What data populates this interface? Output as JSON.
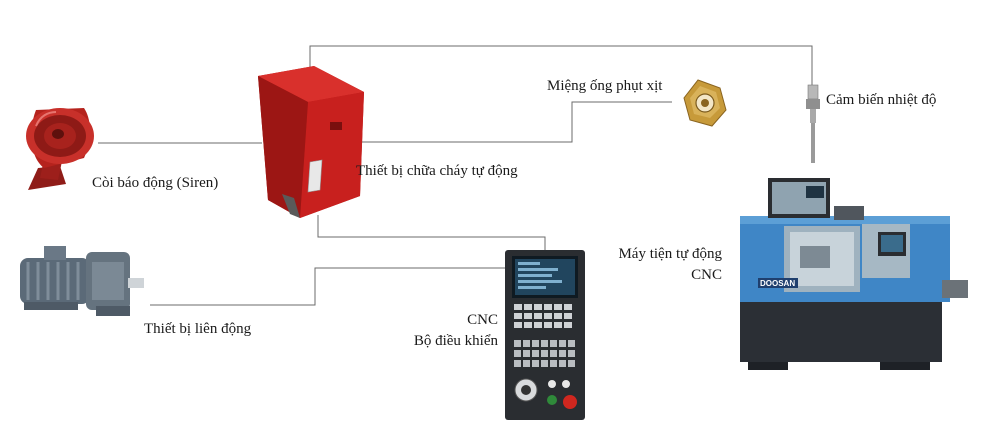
{
  "labels": {
    "siren": "Còi báo động (Siren)",
    "fire_device": "Thiết bị chữa cháy tự động",
    "nozzle": "Miệng ống phụt xịt",
    "temp_sensor": "Cảm biến nhiệt độ",
    "interlock": "Thiết bị liên động",
    "cnc_line1": "CNC",
    "cnc_line2": "Bộ điều khiển",
    "lathe_line1": "Máy tiện tự động",
    "lathe_line2": "CNC"
  },
  "brand": {
    "lathe_logo": "DOOSAN"
  },
  "colors": {
    "fire_red": "#c8201e",
    "siren_red": "#b5231d",
    "motor_gray": "#5b6a78",
    "brass": "#c79a3a",
    "lathe_blue": "#3f86c6",
    "lathe_dark": "#2b2f35",
    "panel_dark": "#2a2d31"
  }
}
